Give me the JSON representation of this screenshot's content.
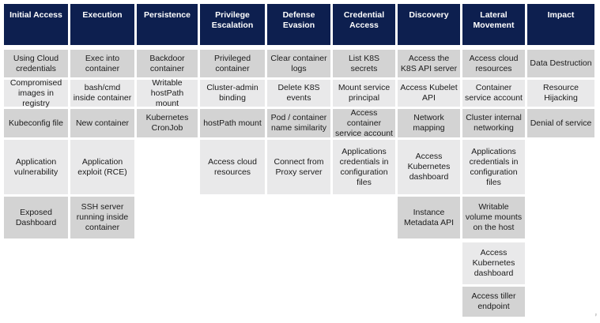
{
  "columns": [
    {
      "title": "Initial Access",
      "items": [
        "Using Cloud credentials",
        "Compromised images in registry",
        "Kubeconfig file",
        "Application vulnerability",
        "Exposed Dashboard"
      ]
    },
    {
      "title": "Execution",
      "items": [
        "Exec into container",
        "bash/cmd inside container",
        "New container",
        "Application exploit (RCE)",
        "SSH server running inside container"
      ]
    },
    {
      "title": "Persistence",
      "items": [
        "Backdoor container",
        "Writable hostPath mount",
        "Kubernetes CronJob"
      ]
    },
    {
      "title": "Privilege Escalation",
      "items": [
        "Privileged container",
        "Cluster-admin binding",
        "hostPath mount",
        "Access cloud resources"
      ]
    },
    {
      "title": "Defense Evasion",
      "items": [
        "Clear container logs",
        "Delete K8S events",
        "Pod / container name similarity",
        "Connect from Proxy server"
      ]
    },
    {
      "title": "Credential Access",
      "items": [
        "List K8S secrets",
        "Mount service principal",
        "Access container service account",
        "Applications credentials in configuration files"
      ]
    },
    {
      "title": "Discovery",
      "items": [
        "Access the K8S API server",
        "Access Kubelet API",
        "Network mapping",
        "Access Kubernetes dashboard",
        "Instance Metadata API"
      ]
    },
    {
      "title": "Lateral Movement",
      "items": [
        "Access cloud resources",
        "Container service account",
        "Cluster internal networking",
        "Applications credentials in configuration files",
        "Writable volume mounts on the host",
        "Access Kubernetes dashboard",
        "Access tiller endpoint"
      ]
    },
    {
      "title": "Impact",
      "items": [
        "Data Destruction",
        "Resource Hijacking",
        "Denial of service"
      ]
    }
  ],
  "colors": {
    "header_bg": "#0d1f4f",
    "header_text": "#ffffff",
    "cell_dark": "#d3d3d3",
    "cell_light": "#e9e9ea"
  },
  "footer_mark": "ᵖ"
}
